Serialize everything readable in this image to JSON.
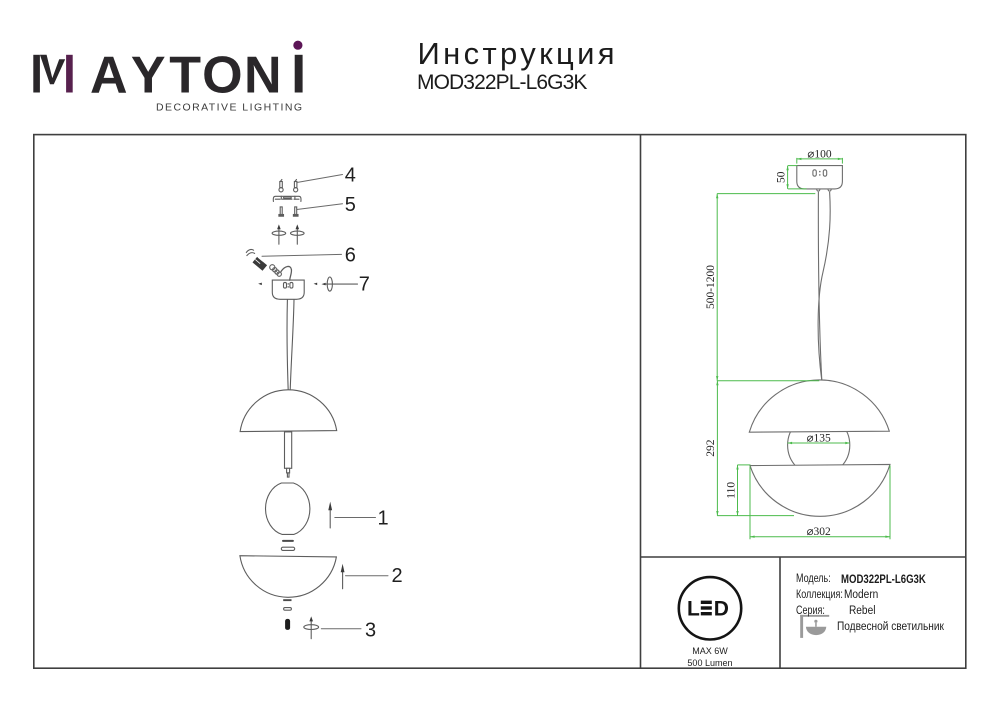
{
  "brand": {
    "name": "MAYTONI",
    "letters_mid": [
      "A",
      "Y",
      "T",
      "O",
      "N"
    ],
    "tagline": "DECORATIVE LIGHTING",
    "accent_color": "#57214e",
    "dot_color": "#5c1556",
    "text_color": "#2a272a"
  },
  "header": {
    "title": "Инструкция",
    "model": "MOD322PL-L6G3K"
  },
  "exploded_view": {
    "part_labels": [
      "1",
      "2",
      "3",
      "4",
      "5",
      "6",
      "7"
    ]
  },
  "dimension_drawing": {
    "accent_color": "#4cbb4c",
    "labels": {
      "canopy_diameter": "⌀100",
      "canopy_height": "50",
      "suspension_range": "500-1200",
      "body_height": "292",
      "bowl_height": "110",
      "sphere_diameter": "⌀135",
      "overall_diameter": "⌀302"
    }
  },
  "spec_table": {
    "led_badge": {
      "text_l": "L",
      "text_d": "D",
      "alt": "LED",
      "max_power": "MAX 6W",
      "luminous_flux": "500 Lumen"
    },
    "rows": [
      {
        "label": "Модель:",
        "value": "MOD322PL-L6G3K"
      },
      {
        "label": "Коллекция:",
        "value": "Modern"
      },
      {
        "label": "Серия:",
        "value": "Rebel"
      }
    ],
    "fixture_type": "Подвесной светильник"
  }
}
